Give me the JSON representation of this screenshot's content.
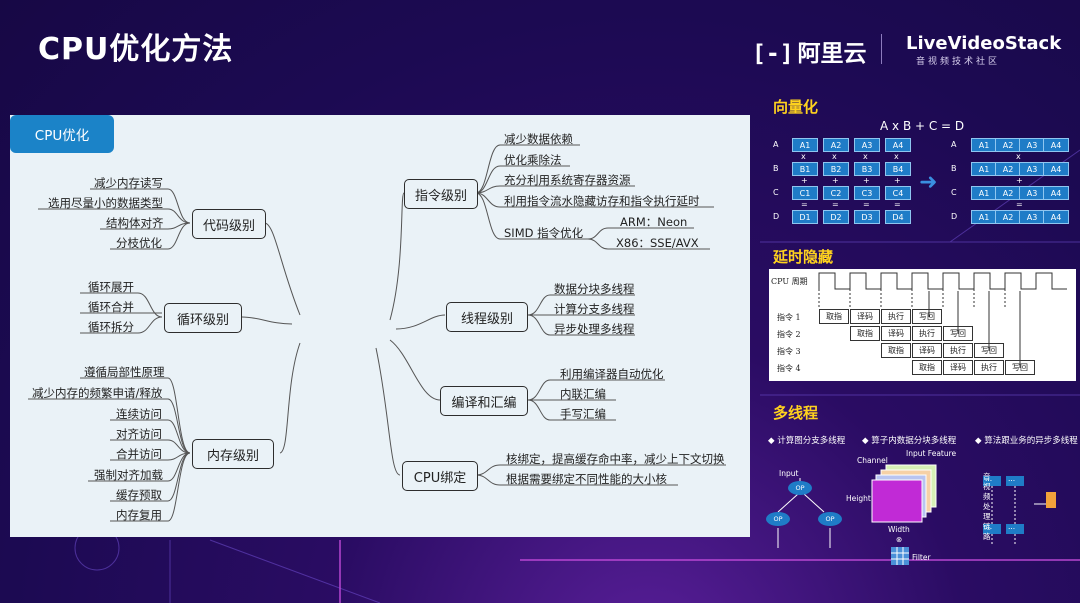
{
  "slide": {
    "title": "CPU优化方法",
    "logo_aliyun": "阿里云",
    "logo_aliyun_bracket": "[-]",
    "logo_lvs": "LiveVideoStack",
    "logo_lvs_sub": "音视频技术社区"
  },
  "mindmap": {
    "center": "CPU优化",
    "left_branches": [
      {
        "label": "代码级别",
        "leaves": [
          "减少内存读写",
          "选用尽量小的数据类型",
          "结构体对齐",
          "分枝优化"
        ]
      },
      {
        "label": "循环级别",
        "leaves": [
          "循环展开",
          "循环合并",
          "循环拆分"
        ]
      },
      {
        "label": "内存级别",
        "leaves": [
          "遵循局部性原理",
          "减少内存的频繁申请/释放",
          "连续访问",
          "对齐访问",
          "合并访问",
          "强制对齐加载",
          "缓存预取",
          "内存复用"
        ]
      }
    ],
    "right_branches": [
      {
        "label": "指令级别",
        "leaves": [
          "减少数据依赖",
          "优化乘除法",
          "充分利用系统寄存器资源",
          "利用指令流水隐藏访存和指令执行延时",
          "SIMD 指令优化"
        ],
        "simd_sub": [
          "ARM：Neon",
          "X86：SSE/AVX"
        ]
      },
      {
        "label": "线程级别",
        "leaves": [
          "数据分块多线程",
          "计算分支多线程",
          "异步处理多线程"
        ]
      },
      {
        "label": "编译和汇编",
        "leaves": [
          "利用编译器自动优化",
          "内联汇编",
          "手写汇编"
        ]
      },
      {
        "label": "CPU绑定",
        "leaves": [
          "核绑定，提高缓存命中率，减少上下文切换",
          "根据需要绑定不同性能的大小核"
        ]
      }
    ]
  },
  "vectorization": {
    "heading": "向量化",
    "formula": "A x B + C = D",
    "row_labels": [
      "A",
      "B",
      "C",
      "D"
    ],
    "rows": [
      [
        "A1",
        "A2",
        "A3",
        "A4"
      ],
      [
        "B1",
        "B2",
        "B3",
        "B4"
      ],
      [
        "C1",
        "C2",
        "C3",
        "C4"
      ],
      [
        "D1",
        "D2",
        "D3",
        "D4"
      ]
    ],
    "ops": [
      "x",
      "+",
      "="
    ],
    "right_rows": [
      [
        "A1",
        "A2",
        "A3",
        "A4"
      ],
      [
        "A1",
        "A2",
        "A3",
        "A4"
      ],
      [
        "A1",
        "A2",
        "A3",
        "A4"
      ],
      [
        "A1",
        "A2",
        "A3",
        "A4"
      ]
    ],
    "accent": "#1f7cc7"
  },
  "latency": {
    "heading": "延时隐藏",
    "clock_label": "CPU 周期",
    "instr_labels": [
      "指令 1",
      "指令 2",
      "指令 3",
      "指令 4"
    ],
    "stages": [
      "取指",
      "译码",
      "执行",
      "写回"
    ]
  },
  "multithread": {
    "heading": "多线程",
    "bullets": [
      "◆ 计算图分支多线程",
      "◆ 算子内数据分块多线程",
      "◆ 算法跟业务的异步多线程"
    ],
    "graph": {
      "input": "Input",
      "op": "OP"
    },
    "tensor": {
      "channel": "Channel",
      "input_feature": "Input Feature",
      "height": "Height",
      "width": "Width",
      "x": "⊗",
      "filter": "Filter"
    },
    "pipeline_label": "音视频处理链路",
    "dots": "..."
  }
}
